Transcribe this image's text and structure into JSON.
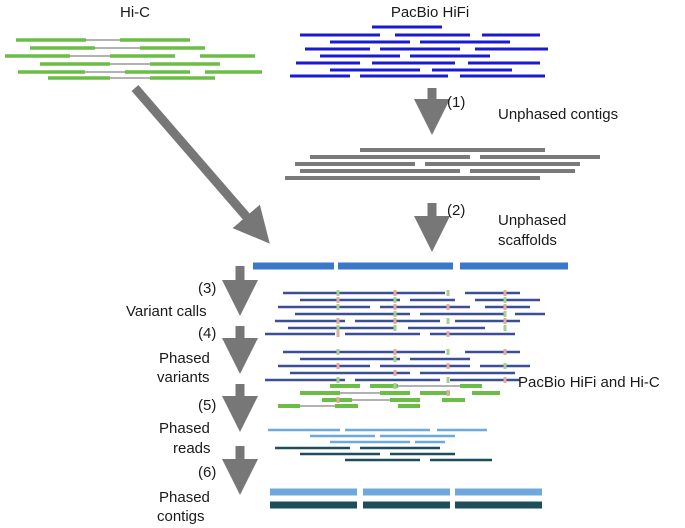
{
  "labels": {
    "hic": "Hi-C",
    "pacbio": "PacBio HiFi",
    "step1": "(1)",
    "unphased_contigs": "Unphased contigs",
    "step2": "(2)",
    "unphased_scaffolds_1": "Unphased",
    "unphased_scaffolds_2": "scaffolds",
    "step3": "(3)",
    "variant_calls": "Variant calls",
    "step4": "(4)",
    "phased_variants_1": "Phased",
    "phased_variants_2": "variants",
    "step5": "(5)",
    "phased_reads_1": "Phased",
    "phased_reads_2": "reads",
    "step6": "(6)",
    "phased_contigs_1": "Phased",
    "phased_contigs_2": "contigs",
    "pacbio_hic": "PacBio HiFi and Hi-C"
  },
  "colors": {
    "hic_green": "#6cbd45",
    "hifi_blue": "#1a1ad1",
    "contig_gray": "#7a7a7a",
    "scaffold_blue": "#3a78c9",
    "read_navy": "#3b4f96",
    "variant_green": "#a8d08d",
    "variant_red": "#e8a8a0",
    "phased_light": "#6fa8dc",
    "phased_dark": "#1d4e5a",
    "arrow": "#777777"
  }
}
